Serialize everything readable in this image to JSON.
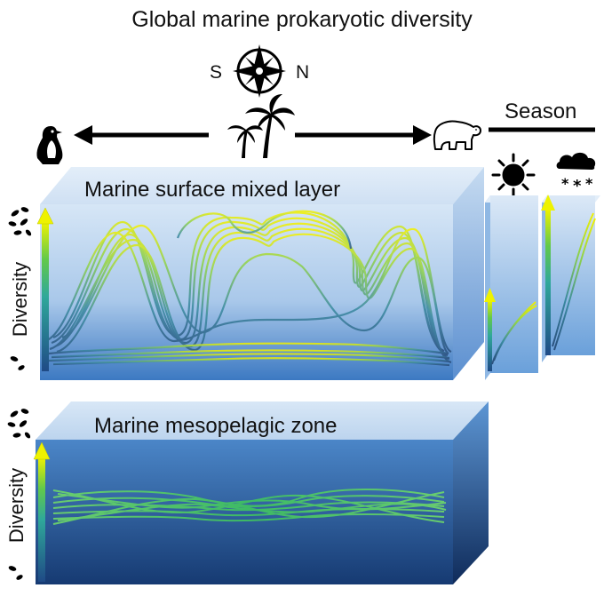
{
  "title": "Global marine prokaryotic diversity",
  "compass": {
    "south_label": "S",
    "north_label": "N",
    "icon": "compass-rose-icon"
  },
  "gradient_arrows": {
    "south_icon": "penguin-icon",
    "center_icon": "palm-trees-icon",
    "north_icon": "polar-bear-icon"
  },
  "season": {
    "label": "Season",
    "summer_icon": "sun-icon",
    "winter_icon": "snow-cloud-icon"
  },
  "surface_layer": {
    "label": "Marine surface mixed layer",
    "axis_label": "Diversity",
    "axis_icon": "cell-cluster-icon"
  },
  "mesopelagic_zone": {
    "label": "Marine mesopelagic zone",
    "axis_label": "Diversity",
    "axis_icon": "cell-cluster-icon"
  },
  "colors": {
    "ocean_light": "#c8dcf0",
    "ocean_deep": "#1f4a86",
    "curve_high": "#e8f000",
    "curve_mid": "#3cc46a",
    "curve_low": "#2a5a8a"
  }
}
